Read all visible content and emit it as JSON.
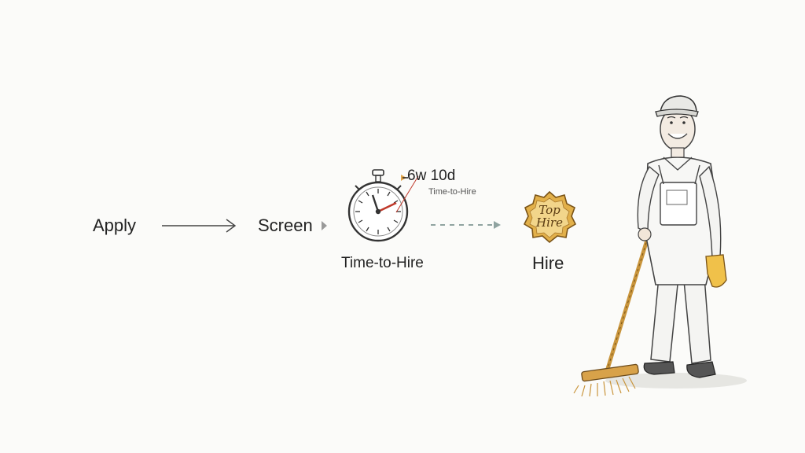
{
  "flow": {
    "steps": [
      {
        "label": "Apply"
      },
      {
        "label": "Screen"
      },
      {
        "label": "Time-to-Hire"
      },
      {
        "label": "Hire"
      }
    ],
    "duration_value": "6w 10d",
    "duration_caption": "Time-to-Hire",
    "badge_line1": "Top",
    "badge_line2": "Hire"
  },
  "colors": {
    "ink": "#2a2a2a",
    "accent_red": "#c0392b",
    "gold": "#e2b04a",
    "arrow_gray": "#8fa3a0"
  }
}
